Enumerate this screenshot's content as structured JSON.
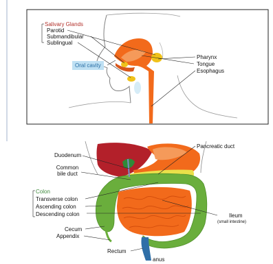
{
  "head_panel": {
    "salivary_glands": "Salivary Glands",
    "parotid": "Parotid",
    "submandibular": "Submandibular",
    "sublingual": "Sublingual",
    "oral_cavity": "Oral cavity",
    "pharynx": "Pharynx",
    "tongue": "Tongue",
    "esophagus": "Esophagus"
  },
  "abdomen": {
    "duodenum": "Duodenum",
    "common_bile_duct_1": "Common",
    "common_bile_duct_2": "bile duct",
    "pancreatic_duct": "Pancreatic duct",
    "colon": "Colon",
    "transverse_colon": "Transverse colon",
    "ascending_colon": "Ascending colon",
    "descending_colon": "Descending colon",
    "ileum": "Ileum",
    "ileum_note": "(small intestine)",
    "cecum": "Cecum",
    "appendix": "Appendix",
    "rectum": "Rectum",
    "anus": "anus"
  },
  "colors": {
    "digestive_orange": "#f26a1b",
    "gland_yellow": "#f0c21a",
    "liver_red": "#b3202a",
    "colon_green": "#6aae3c",
    "label_red": "#b2302a",
    "label_green": "#3f8a3c",
    "oral_box": "#bfe0f3"
  }
}
